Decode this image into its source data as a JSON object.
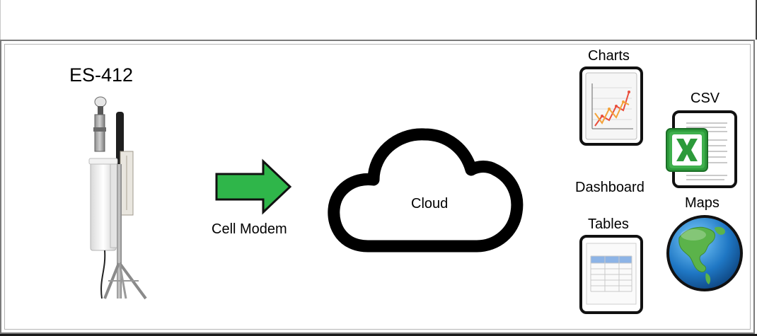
{
  "diagram": {
    "device": {
      "title": "ES-412"
    },
    "link": {
      "label": "Cell Modem",
      "arrow_color": "#2fb64a"
    },
    "cloud": {
      "label": "Cloud"
    },
    "outputs": {
      "charts": "Charts",
      "csv": "CSV",
      "dashboard": "Dashboard",
      "tables": "Tables",
      "maps": "Maps"
    }
  },
  "icons": {
    "device": "weather-station-icon",
    "arrow": "arrow-right-icon",
    "cloud": "cloud-icon",
    "charts": "line-chart-icon",
    "csv": "spreadsheet-x-icon",
    "tables": "table-icon",
    "maps": "globe-icon"
  },
  "colors": {
    "arrow_fill": "#2fb64a",
    "excel_green": "#2c9a3a",
    "globe_ocean": "#1f77c4",
    "globe_land": "#5bb34a"
  }
}
